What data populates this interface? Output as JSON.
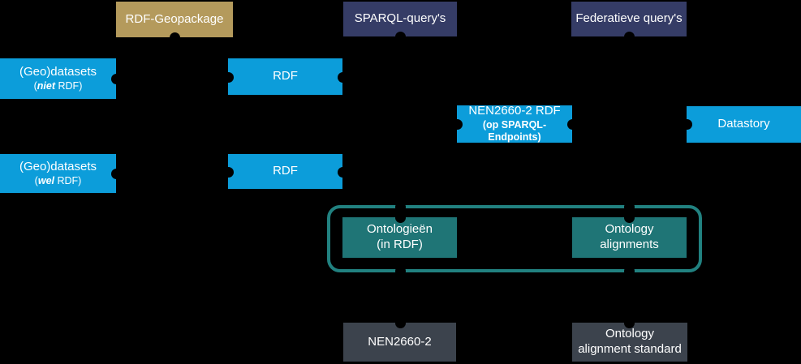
{
  "diagram_title": "",
  "palette": {
    "background": "#000000",
    "gold": "#b49a5c",
    "navy": "#353c66",
    "blue": "#0c9dda",
    "teal_fill": "#1f7576",
    "teal_border": "#218180",
    "gray": "#3c434d",
    "text": "#ffffff",
    "connector_dot": "#000000"
  },
  "nodes": {
    "rdf_geopackage": {
      "label": "RDF-Geopackage"
    },
    "sparql_querys": {
      "label": "SPARQL-query's"
    },
    "federatieve_querys": {
      "label": "Federatieve query's"
    },
    "geodatasets_niet": {
      "line1": "(Geo)datasets",
      "line2_prefix": "(",
      "line2_italic": "niet",
      "line2_suffix": " RDF)"
    },
    "rdf_top": {
      "label": "RDF"
    },
    "nen2660_rdf": {
      "line1": "NEN2660-2 RDF",
      "line2": "(op SPARQL-Endpoints)"
    },
    "datastory": {
      "label": "Datastory"
    },
    "geodatasets_wel": {
      "line1": "(Geo)datasets",
      "line2_prefix": "(",
      "line2_italic": "wel",
      "line2_suffix": " RDF)"
    },
    "rdf_bottom": {
      "label": "RDF"
    },
    "ontologieen": {
      "line1": "Ontologieën",
      "line2": "(in RDF)"
    },
    "ontology_alignments": {
      "line1": "Ontology",
      "line2": "alignments"
    },
    "nen2660": {
      "label": "NEN2660-2"
    },
    "ontology_alignment_standard": {
      "line1": "Ontology",
      "line2": "alignment standard"
    }
  }
}
